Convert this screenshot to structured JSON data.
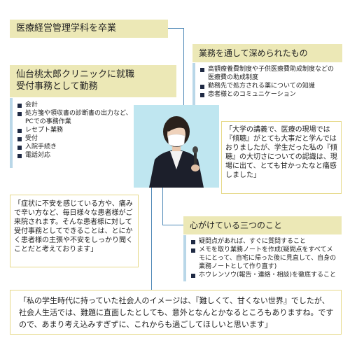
{
  "box_graduate": {
    "text": "医療経営管理学科を卒業"
  },
  "box_learned": {
    "title": "業務を通して深められたもの",
    "items": [
      "高額療養費制度や子供医療費助成制度などの医療費の助成制度",
      "勤務先で処方される薬についての知識",
      "患者様とのコミュニケーション"
    ]
  },
  "box_job": {
    "title_line1": "仙台桃太郎クリニックに就職",
    "title_line2": "受付事務として勤務",
    "items": [
      "会計",
      "処方箋や領収書の診断書の出力など、PCでの事務作業",
      "レセプト業務",
      "受付",
      "入院手続き",
      "電話対応"
    ]
  },
  "quote_university": {
    "text": "「大学の講義で、医療の現場では『傾聴』がとても大事だと学んではおりましたが、学生だった私の『傾聴』の大切さについての認識は、現場に出て、とても甘かったなと痛感しました」"
  },
  "quote_patients": {
    "text": "「症状に不安を感じている方や、痛みで辛い方など、毎日様々な患者様がご来院されます。そんな患者様に対して受付事務としてできることは、とにかく患者様の主張や不安をしっかり聞くことだと考えております」"
  },
  "box_three": {
    "title": "心がけている三つのこと",
    "items": [
      "疑問点があれば、すぐに質問すること",
      "メモを取り業務ノートを作成(疑問点をすべてメモにとって、自宅に帰った後に見直して、自身の業務ノートとして作り直す)",
      "ホウレンソウ(報告・連絡・相談)を徹底すること"
    ]
  },
  "quote_bottom": {
    "text": "「私の学生時代に持っていた社会人のイメージは、『難しくて、甘くない世界』でしたが、社会人生活では、難題に直面したとしても、意外となんとかなるところもありますね。ですので、あまり考え込みすぎずに、これからも過ごしてほしいと思います」"
  },
  "colors": {
    "panel": "#ece8b6",
    "connector": "#4f89b7",
    "photo_bg": "#bfe6f0"
  }
}
